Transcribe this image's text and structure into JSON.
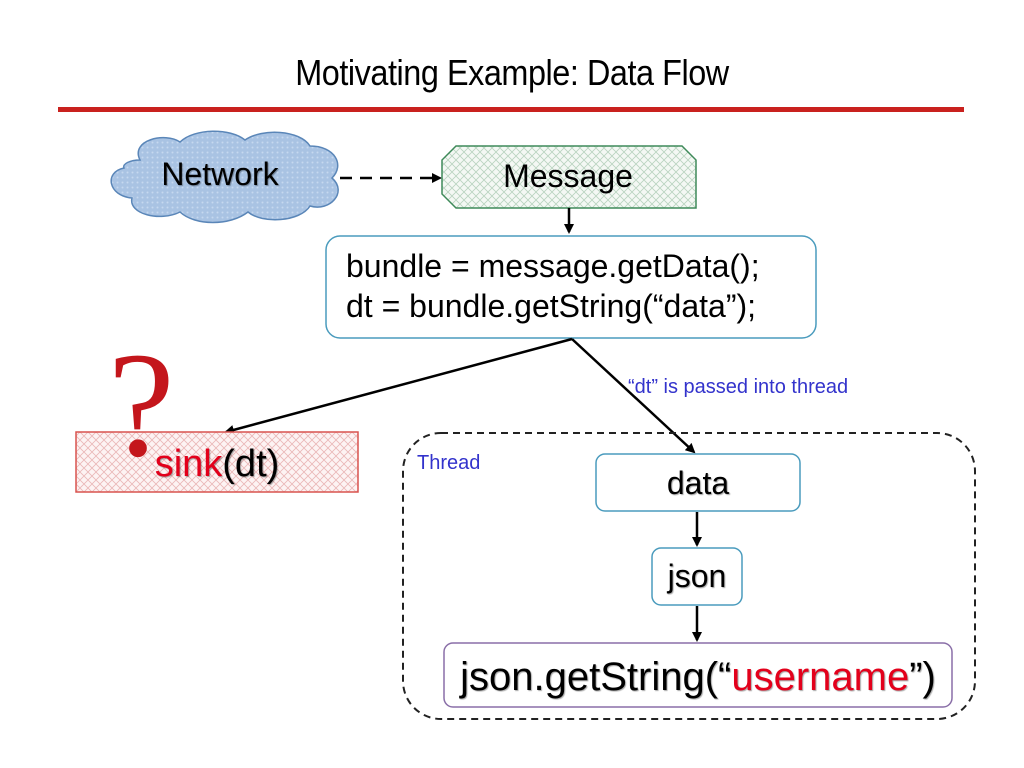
{
  "title": "Motivating Example: Data Flow",
  "network": "Network",
  "message": "Message",
  "code": {
    "line1": "bundle = message.getData();",
    "line2": "dt = bundle.getString(“data”);"
  },
  "note": "“dt” is passed into thread",
  "thread_label": "Thread",
  "sink": {
    "name": "sink",
    "arg": "(dt)"
  },
  "question_mark": "?",
  "data_box": "data",
  "json_box": "json",
  "getstring": {
    "prefix": "json.getString(“",
    "key": "username",
    "suffix": "”)"
  },
  "colors": {
    "accent_red": "#c9211e",
    "note_blue": "#3333cc",
    "highlight_red": "#e3001b"
  }
}
